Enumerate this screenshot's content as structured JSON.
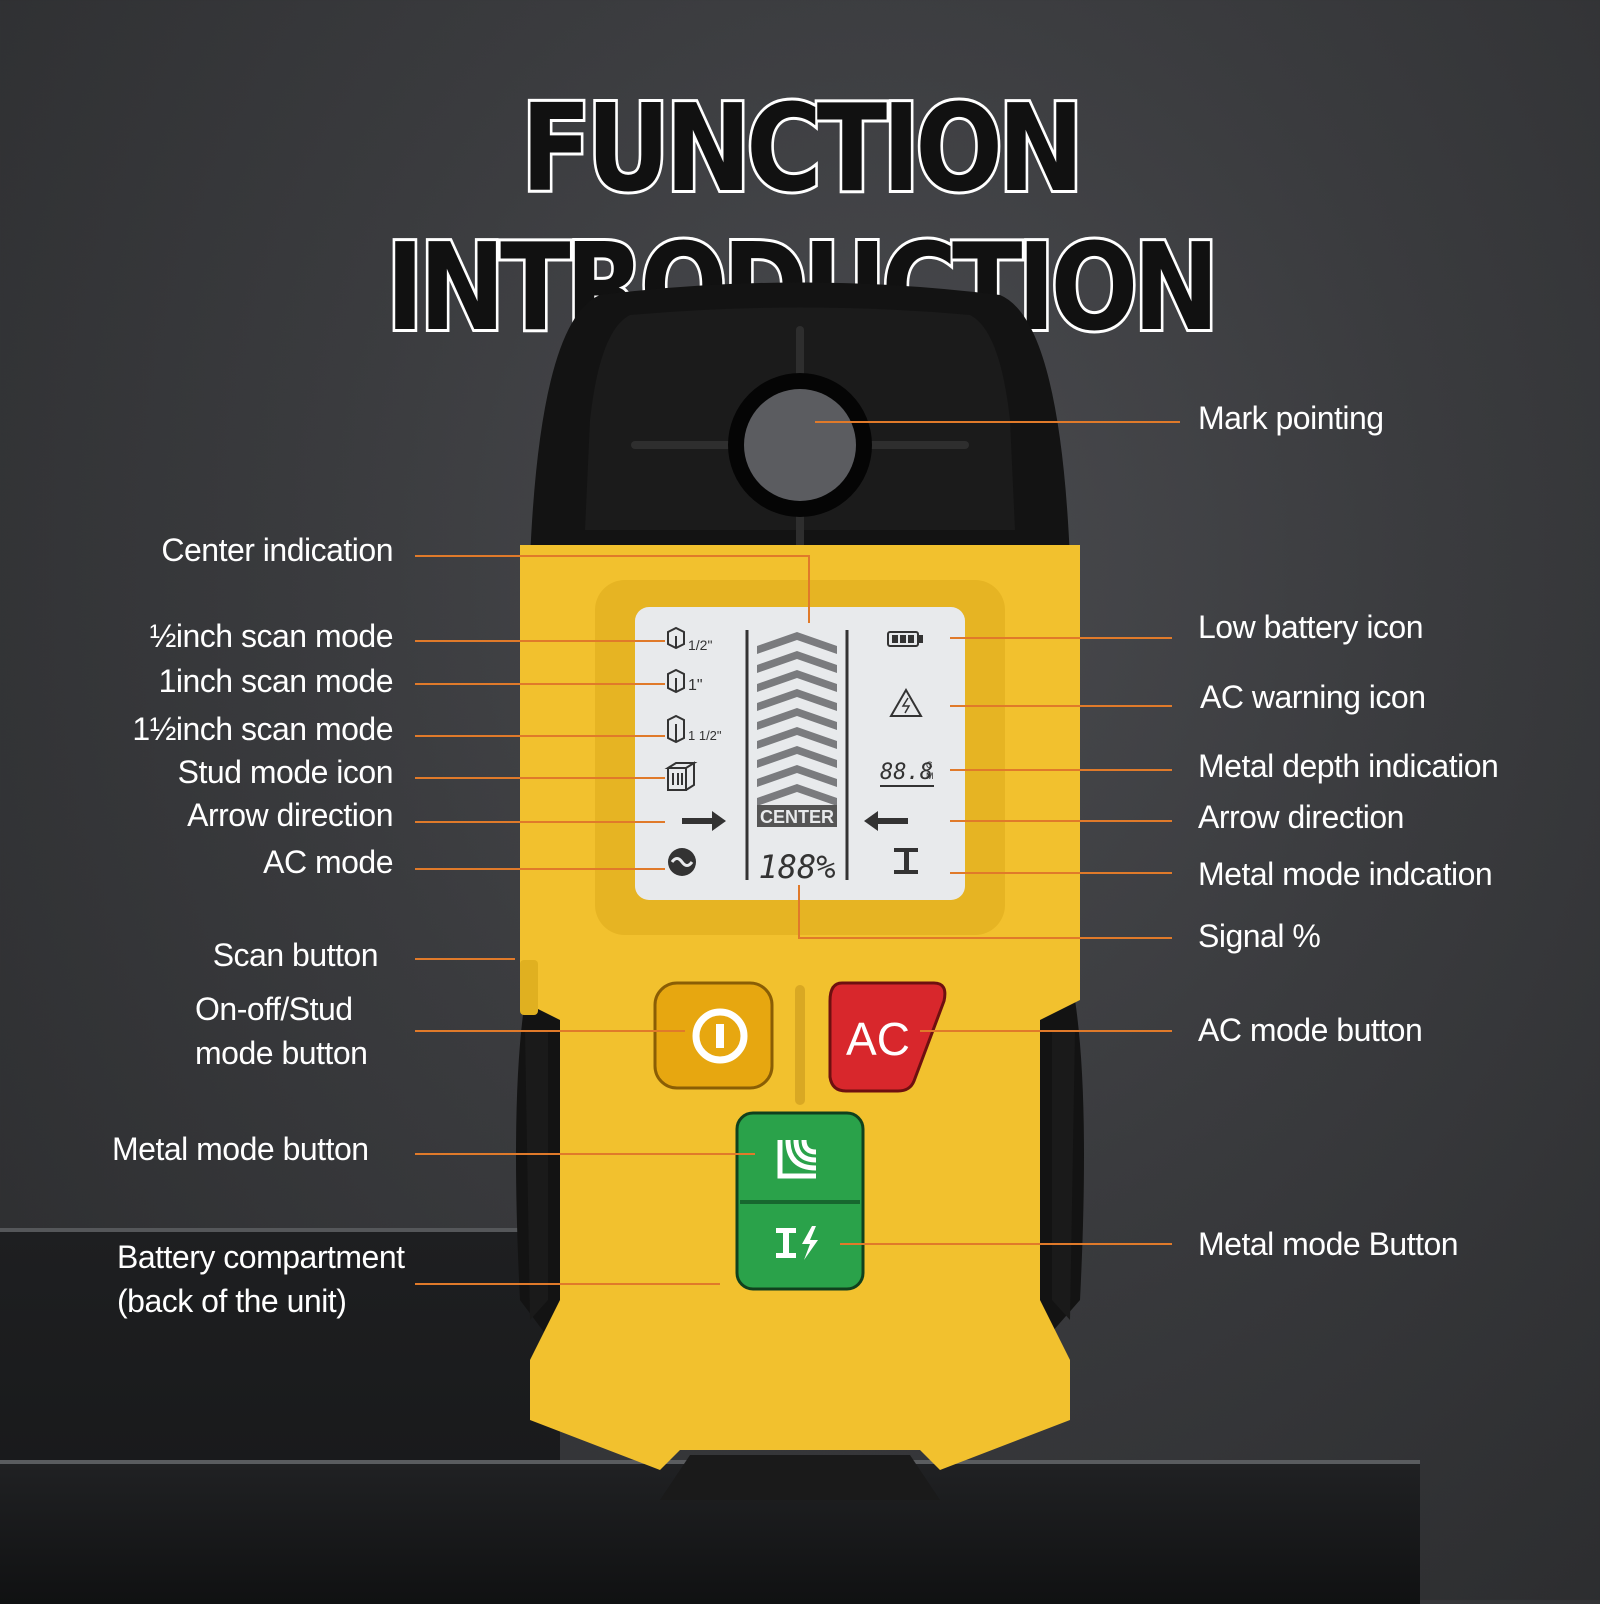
{
  "title": "FUNCTION  INTRODUCTION",
  "lcd": {
    "half_inch": "1/2\"",
    "one_inch": "1\"",
    "one_half_inch": "1 1/2\"",
    "center": "CENTER",
    "signal": "188%",
    "depth": "88.8",
    "depth_unit_top": "C",
    "depth_unit_bottom": "M"
  },
  "buttons": {
    "ac_label": "AC"
  },
  "labels_left": {
    "center_indication": "Center indication",
    "half_inch_scan": "½inch scan mode",
    "one_inch_scan": "1inch scan mode",
    "one_half_inch_scan": "1½inch scan mode",
    "stud_mode_icon": "Stud mode icon",
    "arrow_direction": "Arrow direction",
    "ac_mode": "AC mode",
    "scan_button": "Scan button",
    "onoff_stud": "On-off/Stud\nmode button",
    "metal_mode_button": "Metal mode button",
    "battery_compartment": "Battery compartment\n(back of the unit)"
  },
  "labels_right": {
    "mark_pointing": "Mark pointing",
    "low_battery": "Low battery icon",
    "ac_warning": "AC warning icon",
    "metal_depth": "Metal depth indication",
    "arrow_direction": "Arrow direction",
    "metal_mode_indication": "Metal mode indcation",
    "signal_percent": "Signal %",
    "ac_mode_button": "AC mode button",
    "metal_mode_button2": "Metal mode Button"
  },
  "colors": {
    "body_yellow": "#f2c12e",
    "body_black": "#111111",
    "ac_red": "#d8272c",
    "power_amber": "#e7a710",
    "metal_green": "#2aa24a",
    "leader_orange": "#e07a2a"
  }
}
